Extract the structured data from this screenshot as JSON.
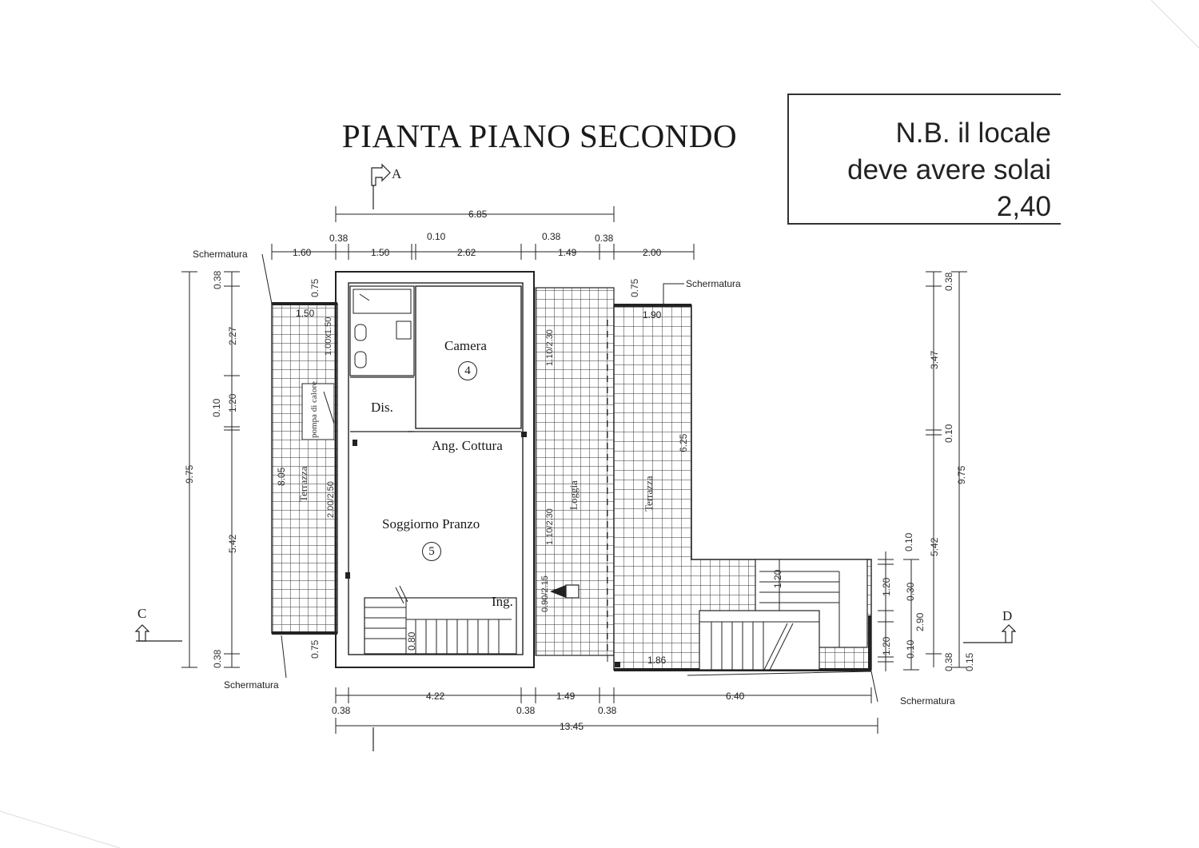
{
  "title": "PIANTA PIANO SECONDO",
  "note_box": {
    "line1": "N.B. il locale",
    "line2": "deve avere solai",
    "line3": "2,40"
  },
  "rooms": {
    "camera": {
      "label": "Camera",
      "number": "4"
    },
    "dis": {
      "label": "Dis."
    },
    "ang_cottura": {
      "label": "Ang. Cottura"
    },
    "soggiorno": {
      "label": "Soggiorno Pranzo",
      "number": "5"
    },
    "ing": {
      "label": "Ing."
    }
  },
  "vertical_labels": {
    "terrazza_left": "Terrazza",
    "pompa": "pompa di calore",
    "loggia": "Loggia",
    "terrazza_right": "Terrazza"
  },
  "sections": {
    "a": "A",
    "c": "C",
    "d": "D"
  },
  "notes": {
    "schermatura": "Schermatura"
  },
  "dimensions": {
    "top_total": "6.85",
    "top_row": [
      "1.60",
      "0.38",
      "1.50",
      "0.10",
      "2.62",
      "0.38",
      "1.49",
      "0.38",
      "2.00"
    ],
    "bottom_row": [
      "0.38",
      "4.22",
      "0.38",
      "1.49",
      "0.38",
      "6.40"
    ],
    "bottom_total": "13.45",
    "left_stack": [
      "0.38",
      "2.27",
      "0.10",
      "1.20",
      "5.42",
      "0.38"
    ],
    "left_total": "9.75",
    "right_stack": [
      "0.38",
      "3.47",
      "0.10",
      "5.42",
      "0.10",
      "1.20",
      "0.30",
      "2.90",
      "1.20",
      "0.10",
      "0.38",
      "0.15"
    ],
    "right_total": "9.75",
    "inner": [
      "0.75",
      "1.50",
      "1.00x1.50",
      "8.05",
      "2.00/2.50",
      "0.75",
      "0.80",
      "1.10/2.30",
      "1.10/2.30",
      "0.90/2.15",
      "6.25",
      "0.75",
      "1.90",
      "1.20",
      "1.86"
    ]
  }
}
